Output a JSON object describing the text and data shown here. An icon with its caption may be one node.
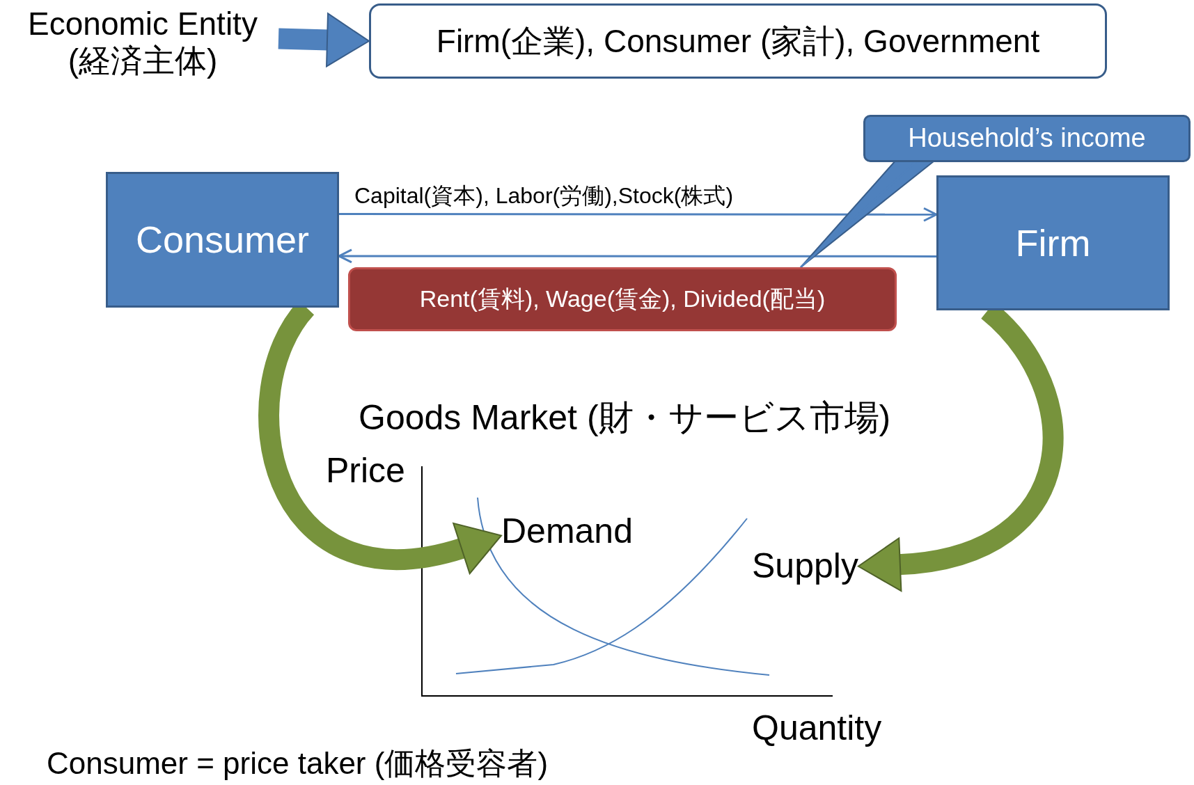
{
  "diagram": {
    "nodes": [
      {
        "text": [
          "Economic Entity (経済主体)"
        ]
      },
      {
        "text": [
          "Firm(企業), Consumer (家計), Government"
        ]
      },
      {
        "text": [
          "Consumer"
        ]
      },
      {
        "text": [
          "Firm"
        ]
      },
      {
        "text": [
          "Household’s income"
        ]
      },
      {
        "text": [
          "Rent(賃料), Wage(賃金), Divided(配当)"
        ]
      },
      {
        "text": [
          "Demand"
        ]
      },
      {
        "text": [
          "Supply"
        ]
      }
    ],
    "edges": [
      {
        "from": 0,
        "to": 1,
        "arrow": "to",
        "style": "thick"
      },
      {
        "from": 2,
        "to": 3,
        "arrow": "to",
        "label": "Capital(資本), Labor(労働),Stock(株式)"
      },
      {
        "from": 3,
        "to": 2,
        "arrow": "to"
      },
      {
        "from": 4,
        "to": 5,
        "arrow": "none"
      },
      {
        "from": 2,
        "to": 6,
        "arrow": "to",
        "style": "thick",
        "color": "#77933c"
      },
      {
        "from": 3,
        "to": 7,
        "arrow": "to",
        "style": "thick",
        "color": "#77933c"
      }
    ],
    "labels": [
      "Goods Market (財・サービス市場)",
      "Price",
      "Quantity",
      "Consumer = price taker (価格受容者)"
    ]
  }
}
